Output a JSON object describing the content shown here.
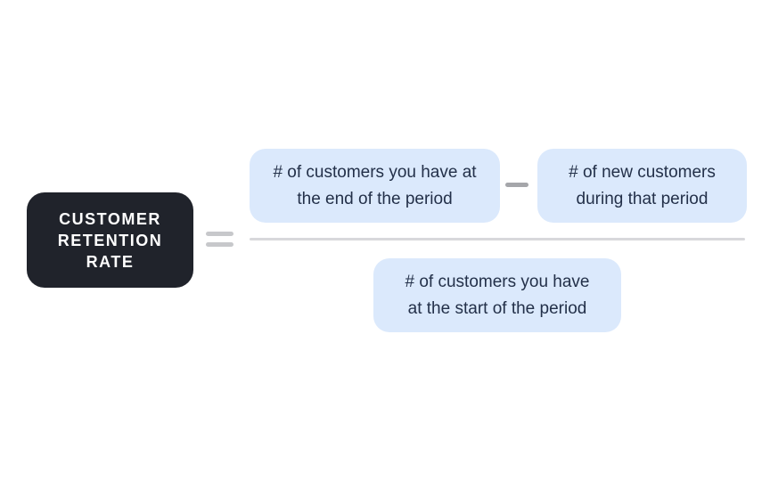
{
  "term_box": {
    "lines": [
      "CUSTOMER",
      "RETENTION",
      "RATE"
    ]
  },
  "formula": {
    "numerator_left": {
      "lines": [
        "# of customers you have at",
        "the end of the period"
      ]
    },
    "numerator_right": {
      "lines": [
        "# of new customers",
        "during that period"
      ]
    },
    "denominator": {
      "lines": [
        "# of customers you have",
        "at the start of the period"
      ]
    }
  },
  "icons": {
    "equals": "=",
    "minus": "−"
  },
  "colors": {
    "page_background": "#ffffff",
    "term_background": "#20232b",
    "term_text": "#ffffff",
    "pill_background": "#dbe9fc",
    "pill_text": "#233049",
    "equals_gray": "#c7c8cb",
    "minus_gray": "#a5a6aa",
    "fraction_bar_gray": "#d8d8db"
  }
}
